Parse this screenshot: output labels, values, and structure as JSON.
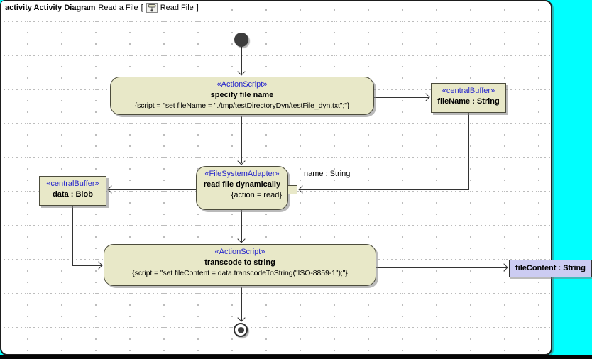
{
  "colors": {
    "canvas_background": "#00ffff",
    "frame_background": "#ffffff",
    "node_fill": "#e8e8c8",
    "node_border": "#4c4c3c",
    "object_node_fill": "#ccccf2",
    "stereotype_text": "#2929cc",
    "edge_color": "#333333",
    "grid_dot": "#ababab"
  },
  "frame": {
    "tab": {
      "keyword": "activity Activity Diagram",
      "diagram_name": "Read a File",
      "bracket_open": "[",
      "icon": "activity-diagram-icon",
      "diagram_ref": "Read File",
      "bracket_close": "]"
    }
  },
  "nodes": {
    "specify_action": {
      "stereotype": "«ActionScript»",
      "name": "specify file name",
      "script": "{script = \"set fileName = \"./tmp/testDirectoryDyn/testFile_dyn.txt\";\"}"
    },
    "filename_buffer": {
      "stereotype": "«centralBuffer»",
      "name": "fileName : String"
    },
    "read_action": {
      "stereotype": "«FileSystemAdapter»",
      "name": "read file dynamically",
      "property": "{action = read}",
      "pin_label": "name : String"
    },
    "data_buffer": {
      "stereotype": "«centralBuffer»",
      "name": "data : Blob"
    },
    "transcode_action": {
      "stereotype": "«ActionScript»",
      "name": "transcode to string",
      "script": "{script = \"set fileContent = data.transcodeToString(\"ISO-8859-1\");\"}"
    },
    "filecontent_object": {
      "name": "fileContent : String"
    }
  }
}
